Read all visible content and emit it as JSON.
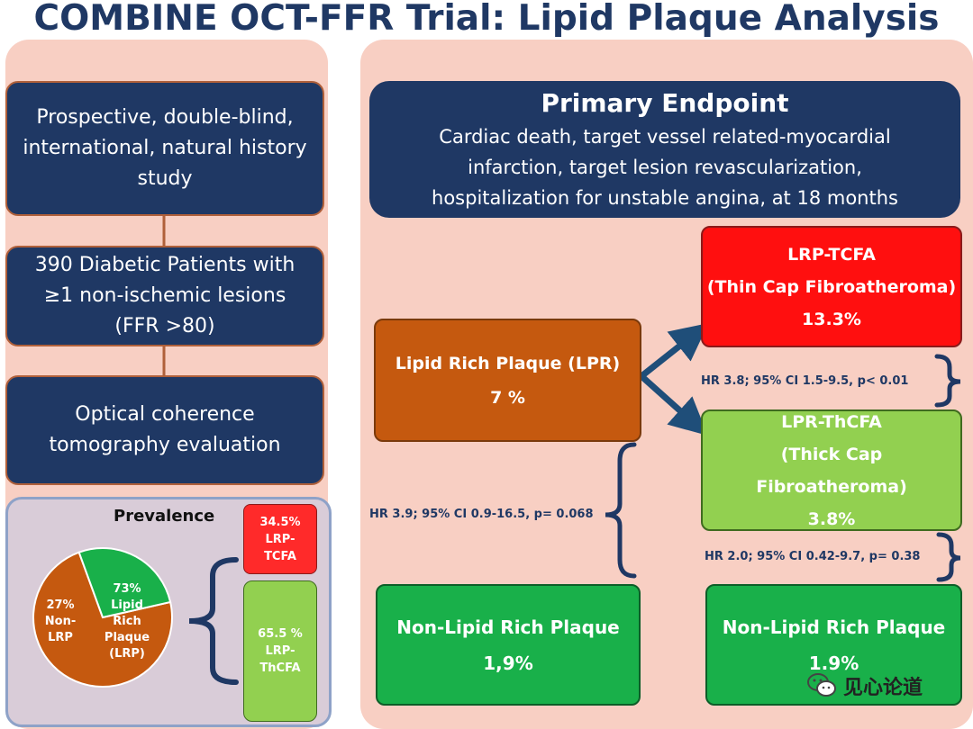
{
  "title": "COMBINE OCT-FFR Trial: Lipid Plaque Analysis",
  "left": {
    "design": "Prospective, double-blind, international, natural history study",
    "patients": "390 Diabetic Patients with ≥1 non-ischemic lesions (FFR >80)",
    "evaluation": "Optical coherence tomography evaluation"
  },
  "prevalence": {
    "title": "Prevalence",
    "pie_lrp": [
      "73%",
      "Lipid",
      "Rich",
      "Plaque",
      "(LRP)"
    ],
    "pie_non": [
      "27%",
      "Non-",
      "LRP"
    ],
    "tcfa": [
      "34.5%",
      "LRP-",
      "TCFA"
    ],
    "thcfa": [
      "65.5 %",
      "LRP-",
      "ThCFA"
    ]
  },
  "endpoint": {
    "title": "Primary Endpoint",
    "lines": [
      "Cardiac death, target vessel related-myocardial",
      "infarction, target lesion revascularization,",
      "hospitalization for unstable angina, at 18 months"
    ]
  },
  "boxes": {
    "tcfa": {
      "line1": "LRP-TCFA",
      "line2": "(Thin Cap Fibroatheroma)",
      "value": "13.3%"
    },
    "lpr": {
      "label": "Lipid Rich Plaque (LPR)",
      "value": "7 %"
    },
    "thcfa": {
      "line1": "LPR-ThCFA",
      "line2": "(Thick Cap Fibroatheroma)",
      "value": "3.8%"
    },
    "nonlrp_left": {
      "label": "Non-Lipid Rich Plaque",
      "value": "1,9%"
    },
    "nonlrp_right": {
      "label": "Non-Lipid Rich Plaque",
      "value": "1.9%"
    }
  },
  "hr": {
    "tcfa_vs_thcfa": "HR 3.8; 95% CI 1.5-9.5, p< 0.01",
    "lpr_vs_non": "HR 3.9; 95% CI 0.9-16.5, p= 0.068",
    "thcfa_vs_non": "HR 2.0; 95% CI 0.42-9.7, p= 0.38"
  },
  "chart_data": {
    "type": "pie",
    "categories": [
      "Lipid Rich Plaque (LRP)",
      "Non-LRP"
    ],
    "values": [
      73,
      27
    ]
  },
  "watermark": "见心论道",
  "colors": {
    "navy": "#1f3864",
    "panel": "#f8cfc3",
    "red": "#ff0f0f",
    "orange": "#c5590f",
    "light_green": "#92d050",
    "dark_green": "#19b04a"
  }
}
